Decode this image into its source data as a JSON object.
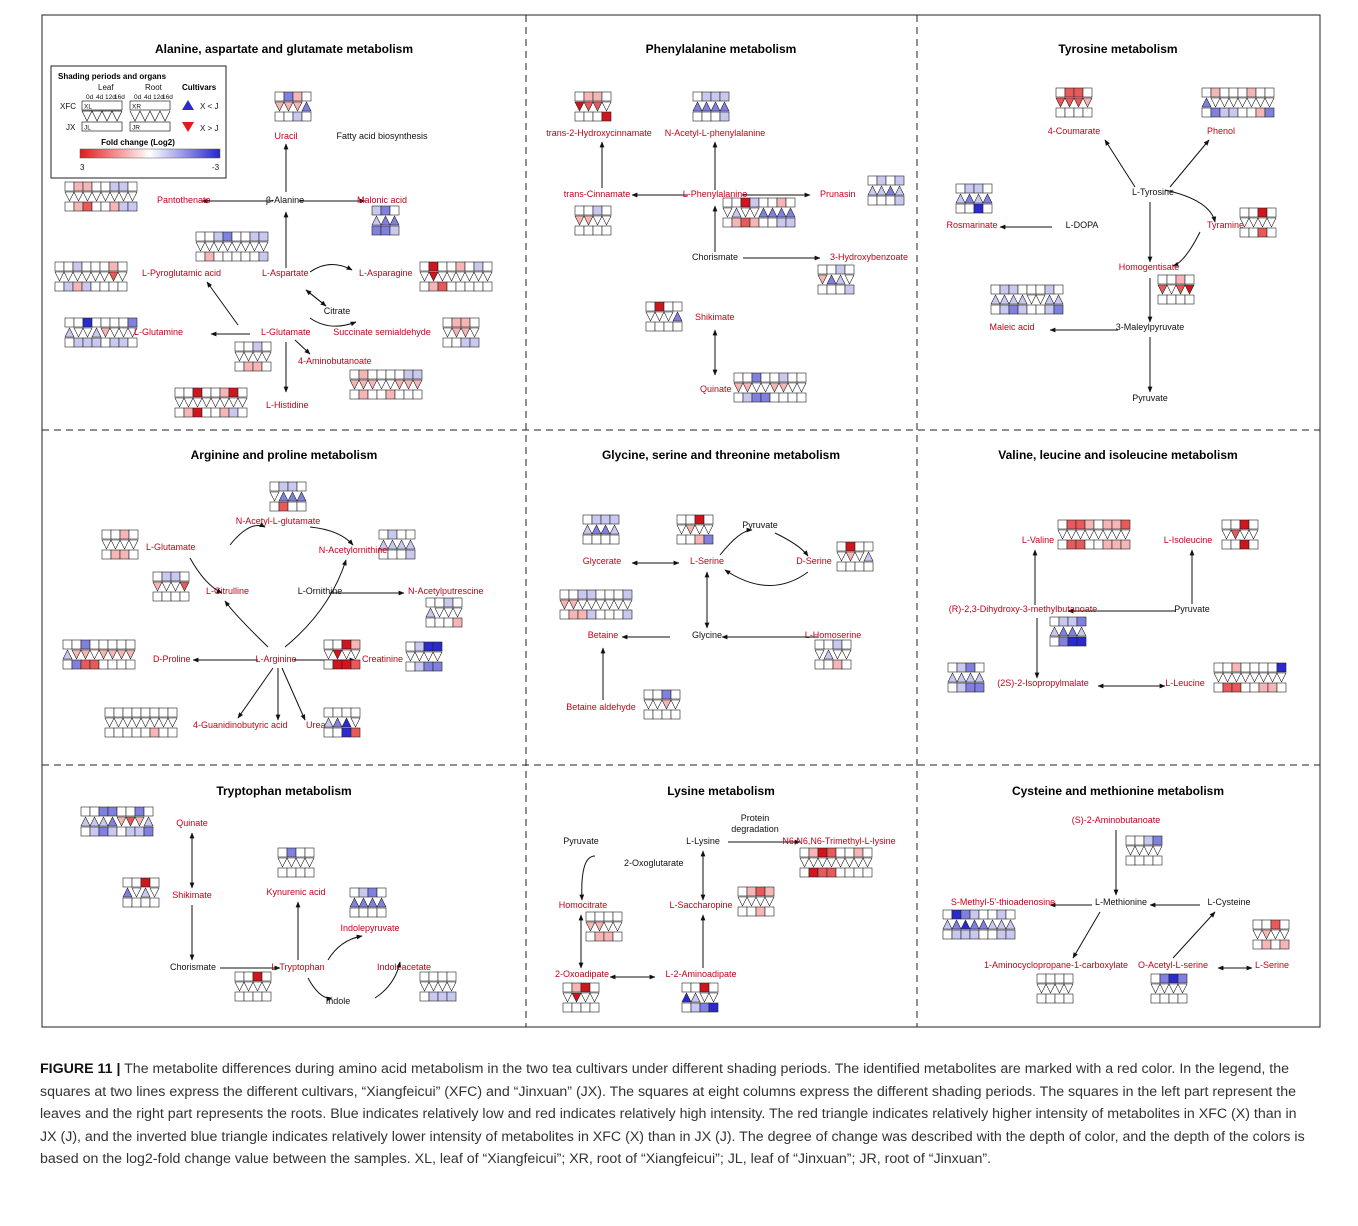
{
  "colors": {
    "high": "#d62728",
    "low": "#3b3bd6",
    "identified": "#c5001a",
    "border": "#333333"
  },
  "legend": {
    "title": "Shading periods and organs",
    "leaf": "Leaf",
    "root": "Root",
    "periods_leaf": [
      "0d",
      "4d",
      "12d",
      "16d"
    ],
    "periods_root": [
      "0d",
      "4d",
      "12d",
      "16d"
    ],
    "xfc": "XFC",
    "jx": "JX",
    "xl": "XL",
    "jl": "JL",
    "xr": "XR",
    "jr": "JR",
    "cultivars": "Cultivars",
    "xltj": "X < J",
    "xgtj": "X > J",
    "fold_change": "Fold change (Log2)",
    "scale_hi": "3",
    "scale_lo": "-3"
  },
  "panels": [
    {
      "title": "Alanine, aspartate and glutamate metabolism",
      "identified": [
        "Uracil",
        "Pantothenate",
        "Malonic acid",
        "L-Pyroglutamic acid",
        "L-Aspartate",
        "L-Asparagine",
        "L-Glutamine",
        "L-Glutamate",
        "Succinate semialdehyde",
        "4-Aminobutanoate",
        "L-Histidine"
      ],
      "other": [
        "Fatty acid biosynthesis",
        "β-Alanine",
        "Citrate"
      ]
    },
    {
      "title": "Phenylalanine metabolism",
      "identified": [
        "trans-2-Hydroxycinnamate",
        "N-Acetyl-L-phenylalanine",
        "trans-Cinnamate",
        "L-Phenylalanine",
        "Prunasin",
        "3-Hydroxybenzoate",
        "Shikimate",
        "Quinate"
      ],
      "other": [
        "Chorismate"
      ]
    },
    {
      "title": "Tyrosine metabolism",
      "identified": [
        "4-Coumarate",
        "Phenol",
        "Rosmarinate",
        "Tyramine",
        "Homogentisate",
        "Maleic acid"
      ],
      "other": [
        "L-Tyrosine",
        "L-DOPA",
        "3-Maleylpyruvate",
        "Pyruvate"
      ]
    },
    {
      "title": "Arginine and proline metabolism",
      "identified": [
        "N-Acetyl-L-glutamate",
        "L-Glutamate",
        "N-Acetylornithine",
        "L-Citrulline",
        "N-Acetylputrescine",
        "L-Arginine",
        "D-Proline",
        "Creatinine",
        "4-Guanidinobutyric acid",
        "Urea"
      ],
      "other": [
        "L-Ornithine"
      ]
    },
    {
      "title": "Glycine, serine and threonine metabolism",
      "identified": [
        "Glycerate",
        "L-Serine",
        "D-Serine",
        "Betaine",
        "L-Homoserine",
        "Betaine aldehyde"
      ],
      "other": [
        "Pyruvate",
        "Glycine"
      ]
    },
    {
      "title": "Valine, leucine and isoleucine metabolism",
      "identified": [
        "L-Valine",
        "L-Isoleucine",
        "(R)-2,3-Dihydroxy-3-methylbutanoate",
        "(2S)-2-Isopropylmalate",
        "L-Leucine"
      ],
      "other": [
        "Pyruvate"
      ]
    },
    {
      "title": "Tryptophan metabolism",
      "identified": [
        "Quinate",
        "Shikimate",
        "Kynurenic acid",
        "Indolepyruvate",
        "L-Tryptophan",
        "Indoleacetate"
      ],
      "other": [
        "Chorismate",
        "Indole"
      ]
    },
    {
      "title": "Lysine metabolism",
      "identified": [
        "N6,N6,N6-Trimethyl-L-lysine",
        "Homocitrate",
        "L-Saccharopine",
        "2-Oxoadipate",
        "L-2-Aminoadipate"
      ],
      "other": [
        "Protein",
        "degradation",
        "Pyruvate",
        "L-Lysine",
        "2-Oxoglutarate"
      ]
    },
    {
      "title": "Cysteine and methionine metabolism",
      "identified": [
        "(S)-2-Aminobutanoate",
        "S-Methyl-5'-thioadenosine",
        "L-Methionine",
        "1-Aminocyclopropane-1-carboxylate",
        "O-Acetyl-L-serine",
        "L-Serine"
      ],
      "other": [
        "L-Cysteine"
      ]
    }
  ],
  "caption": {
    "label": "FIGURE 11 |",
    "text": "The metabolite differences during amino acid metabolism in the two tea cultivars under different shading periods. The identified metabolites are marked with a red color. In the legend, the squares at two lines express the different cultivars, “Xiangfeicui” (XFC) and “Jinxuan” (JX). The squares at eight columns express the different shading periods. The squares in the left part represent the leaves and the right part represents the roots. Blue indicates relatively low and red indicates relatively high intensity. The red triangle indicates relatively higher intensity of metabolites in XFC (X) than in JX (J), and the inverted blue triangle indicates relatively lower intensity of metabolites in XFC (X) than in JX (J). The degree of change was described with the depth of color, and the depth of the colors is based on the log2-fold change value between the samples. XL, leaf of “Xiangfeicui”; XR, root of “Xiangfeicui”; JL, leaf of “Jinxuan”; JR, root of “Jinxuan”."
  }
}
